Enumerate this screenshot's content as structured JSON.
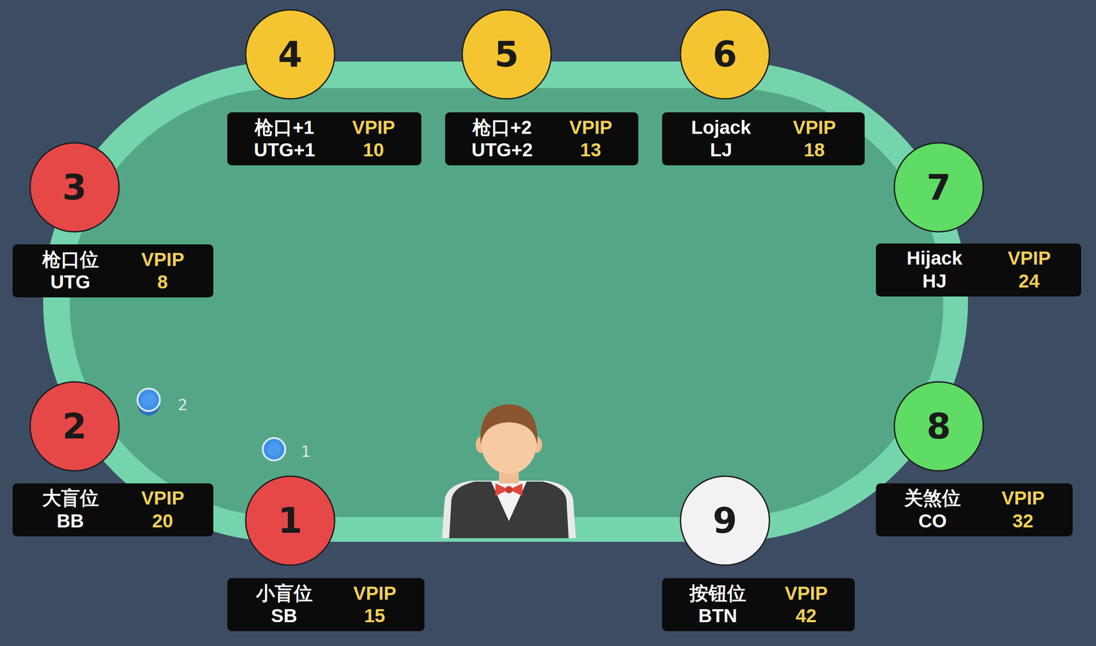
{
  "diagram": {
    "nodes": [
      {
        "text": [
          "1"
        ]
      },
      {
        "text": [
          "小盲位 SB",
          "VPIP 15"
        ]
      },
      {
        "text": [
          "2"
        ]
      },
      {
        "text": [
          "大盲位 BB",
          "VPIP 20"
        ]
      },
      {
        "text": [
          "3"
        ]
      },
      {
        "text": [
          "枪口位 UTG",
          "VPIP 8"
        ]
      },
      {
        "text": [
          "4"
        ]
      },
      {
        "text": [
          "枪口+1 UTG+1",
          "VPIP 10"
        ]
      },
      {
        "text": [
          "5"
        ]
      },
      {
        "text": [
          "枪口+2 UTG+2",
          "VPIP 13"
        ]
      },
      {
        "text": [
          "6"
        ]
      },
      {
        "text": [
          "Lojack LJ",
          "VPIP 18"
        ]
      },
      {
        "text": [
          "7"
        ]
      },
      {
        "text": [
          "Hijack HJ",
          "VPIP 24"
        ]
      },
      {
        "text": [
          "8"
        ]
      },
      {
        "text": [
          "关煞位 CO",
          "VPIP 32"
        ]
      },
      {
        "text": [
          "9"
        ]
      },
      {
        "text": [
          "按钮位 BTN",
          "VPIP 42"
        ]
      }
    ],
    "labels": [
      "2",
      "1"
    ]
  }
}
